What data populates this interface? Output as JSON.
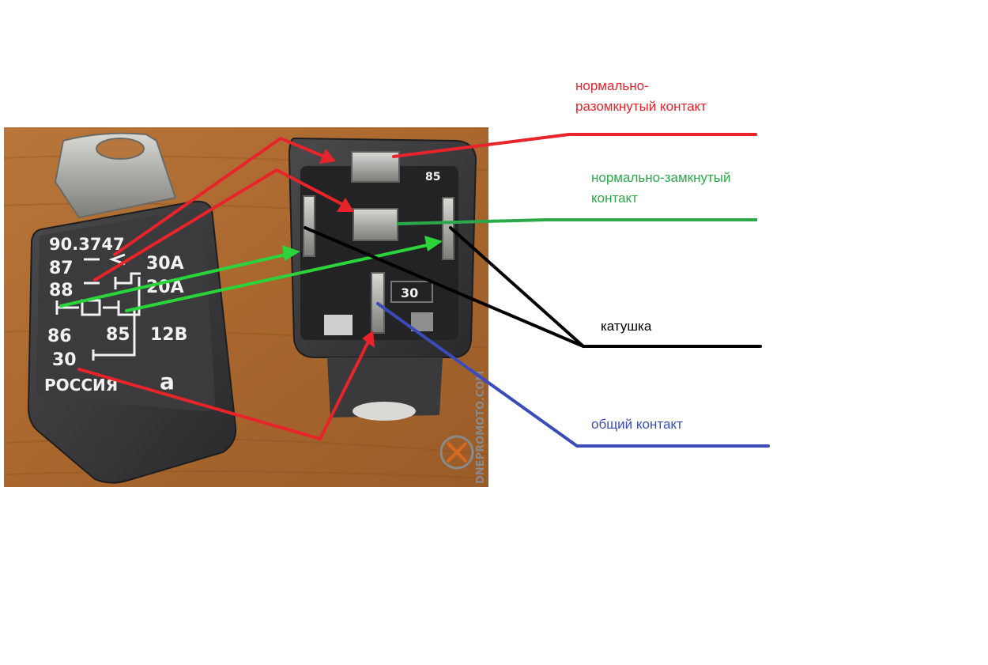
{
  "photo": {
    "relay_markings": {
      "model": "90.3747",
      "pin_87": "87",
      "pin_88": "88",
      "pin_86": "86",
      "pin_85": "85",
      "pin_30": "30",
      "rating_30a": "30A",
      "rating_20a": "20A",
      "voltage": "12B",
      "country": "РОССИЯ",
      "brand_mark": "а"
    },
    "socket_labels": {
      "top_marking": "85",
      "pin_30_marking": "30"
    },
    "watermark": "DNEPROMOTO.COM"
  },
  "annotations": {
    "no_contact": {
      "line1": "нормально-",
      "line2": "разомкнутый контакт",
      "color": "#e8242b"
    },
    "nc_contact": {
      "line1": "нормально-замкнутый",
      "line2": "контакт",
      "color": "#2aa84a"
    },
    "coil": {
      "label": "катушка",
      "color": "#000000"
    },
    "common": {
      "label": "общий контакт",
      "color": "#3b4cb8"
    }
  }
}
